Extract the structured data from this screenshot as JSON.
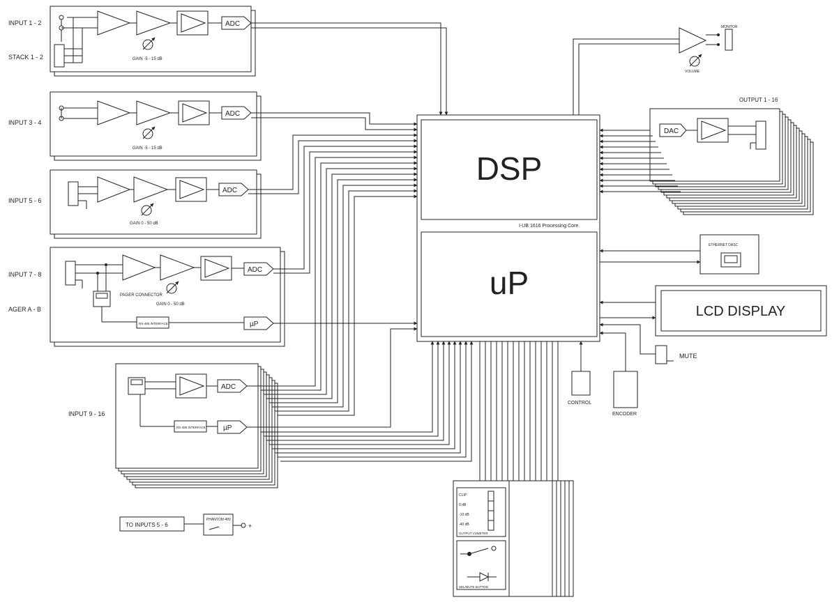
{
  "colors": {
    "line": "#222222",
    "background": "#ffffff"
  },
  "core": {
    "dsp": "DSP",
    "up": "uP",
    "caption": "I-UB 1616 Processing Core"
  },
  "inputs": {
    "in12": {
      "label": "INPUT 1 - 2",
      "stack": "STACK 1 - 2",
      "gain": "GAIN -5 - 15 dB",
      "adc": "ADC"
    },
    "in34": {
      "label": "INPUT 3 - 4",
      "gain": "GAIN -5 - 15 dB",
      "adc": "ADC"
    },
    "in56": {
      "label": "INPUT 5 - 6",
      "gain": "GAIN 0 - 50 dB",
      "adc": "ADC"
    },
    "in78": {
      "label": "INPUT 7 - 8",
      "pager": "AGER A - B",
      "pager_connector": "PAGER CONNECTOR",
      "gain": "GAIN 0 - 50 dB",
      "adc": "ADC",
      "rs485": "RS-485 INTERFACE",
      "up": "µP"
    },
    "in916": {
      "label": "INPUT 9 - 16",
      "adc": "ADC",
      "rs485": "RS-485 INTERFACE",
      "up": "µP"
    }
  },
  "phantom": {
    "target": "TO INPUTS 5 - 6",
    "label": "PHANTOM 48V",
    "plus": "+"
  },
  "outputs": {
    "label": "OUTPUT 1 - 16",
    "dac": "DAC"
  },
  "monitor": {
    "label": "MONITOR",
    "volume": "VOLUME"
  },
  "ethernet": {
    "label": "ETHERNET DASC"
  },
  "lcd": {
    "label": "LCD DISPLAY"
  },
  "mute": {
    "label": "MUTE"
  },
  "control": {
    "label": "CONTROL"
  },
  "encoder": {
    "label": "ENCODER"
  },
  "meter": {
    "levels": [
      "CLIP",
      "0 dB",
      "-10 dB",
      "-40 dB"
    ],
    "title": "OUTPUT VUMETER",
    "button": "SEL/MUTE BUTTON"
  }
}
